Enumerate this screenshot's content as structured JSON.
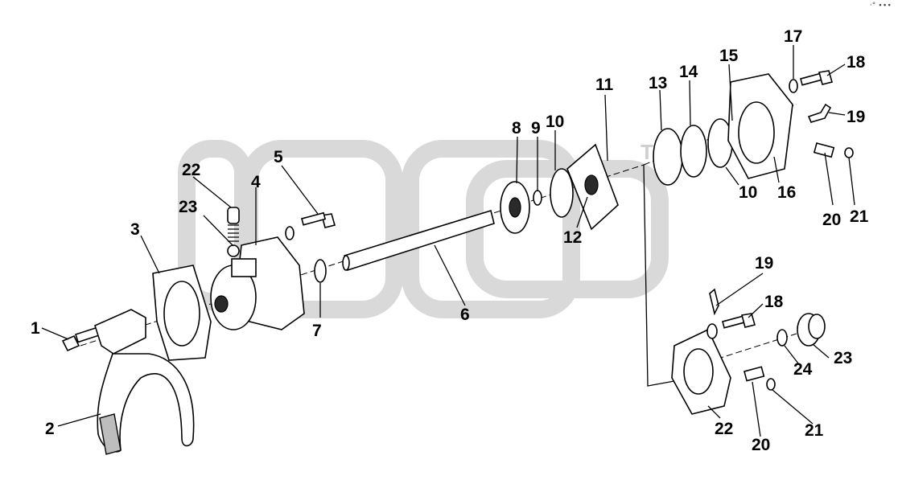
{
  "corner_mark": "·° ∙∙∙",
  "watermark": "TM",
  "callouts": [
    {
      "id": "c1",
      "text": "1"
    },
    {
      "id": "c2",
      "text": "2"
    },
    {
      "id": "c3",
      "text": "3"
    },
    {
      "id": "c4",
      "text": "4"
    },
    {
      "id": "c5",
      "text": "5"
    },
    {
      "id": "c6",
      "text": "6"
    },
    {
      "id": "c7",
      "text": "7"
    },
    {
      "id": "c8",
      "text": "8"
    },
    {
      "id": "c9",
      "text": "9"
    },
    {
      "id": "c10a",
      "text": "10"
    },
    {
      "id": "c10b",
      "text": "10"
    },
    {
      "id": "c11",
      "text": "11"
    },
    {
      "id": "c12",
      "text": "12"
    },
    {
      "id": "c13",
      "text": "13"
    },
    {
      "id": "c14",
      "text": "14"
    },
    {
      "id": "c15",
      "text": "15"
    },
    {
      "id": "c16",
      "text": "16"
    },
    {
      "id": "c17",
      "text": "17"
    },
    {
      "id": "c18a",
      "text": "18"
    },
    {
      "id": "c19a",
      "text": "19"
    },
    {
      "id": "c20a",
      "text": "20"
    },
    {
      "id": "c21a",
      "text": "21"
    },
    {
      "id": "c22a",
      "text": "22"
    },
    {
      "id": "c23a",
      "text": "23"
    },
    {
      "id": "c18b",
      "text": "18"
    },
    {
      "id": "c19b",
      "text": "19"
    },
    {
      "id": "c20b",
      "text": "20"
    },
    {
      "id": "c21b",
      "text": "21"
    },
    {
      "id": "c22b",
      "text": "22"
    },
    {
      "id": "c23b",
      "text": "23"
    },
    {
      "id": "c24",
      "text": "24"
    }
  ]
}
